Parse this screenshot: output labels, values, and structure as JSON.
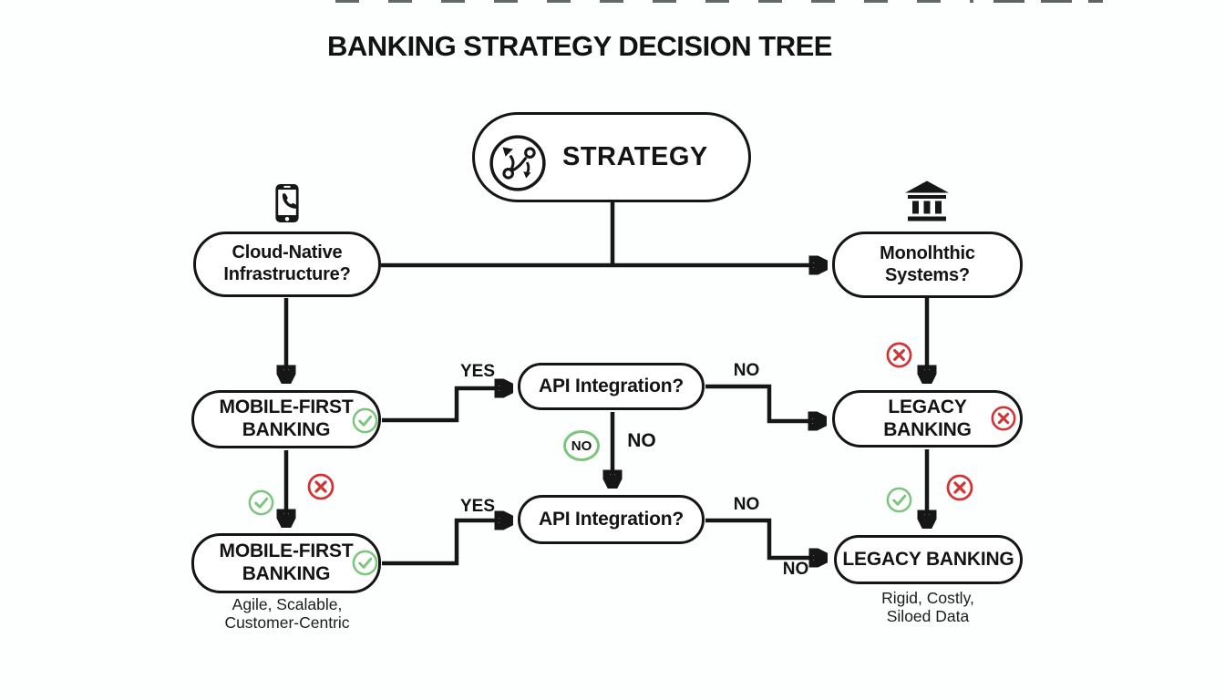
{
  "title": "BANKING STRATEGY DECISION TREE",
  "root": {
    "label": "STRATEGY"
  },
  "left_branch": {
    "question": "Cloud-Native\nInfrastructure?",
    "node1": "MOBILE-FIRST\nBANKING",
    "node2": "MOBILE-FIRST\nBANKING",
    "caption": "Agile, Scalable,\nCustomer-Centric"
  },
  "middle_branch": {
    "question1": "API Integration?",
    "question2": "API Integration?"
  },
  "right_branch": {
    "question": "Monolhthic\nSystems?",
    "node1": "LEGACY\nBANKING",
    "node2": "LEGACY BANKING",
    "caption": "Rigid, Costly,\nSiloed Data"
  },
  "edge_labels": {
    "yes_top": "YES",
    "no_top": "NO",
    "yes_bottom": "YES",
    "no_bottom": "NO",
    "no_middle": "NO",
    "no_circle": "NO",
    "no_into_legacy2": "NO"
  },
  "colors": {
    "positive": "#7cc57c",
    "negative": "#d13434",
    "line": "#161616",
    "bg": "#fdfefe"
  }
}
